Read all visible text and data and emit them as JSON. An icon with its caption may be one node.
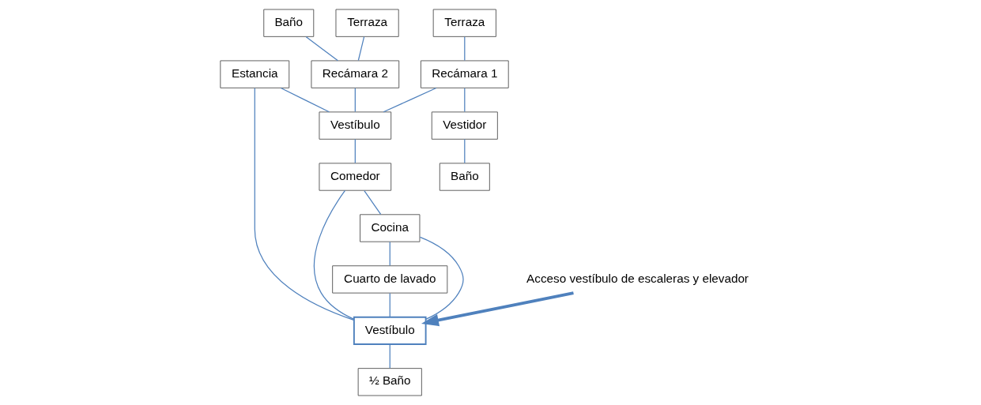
{
  "diagram": {
    "nodes": [
      {
        "text": [
          "Baño"
        ]
      },
      {
        "text": [
          "Terraza"
        ]
      },
      {
        "text": [
          "Recámara 2"
        ]
      },
      {
        "text": [
          "Estancia"
        ]
      },
      {
        "text": [
          "Terraza"
        ]
      },
      {
        "text": [
          "Recámara 1"
        ]
      },
      {
        "text": [
          "Vestíbulo"
        ]
      },
      {
        "text": [
          "Vestidor"
        ]
      },
      {
        "text": [
          "Comedor"
        ]
      },
      {
        "text": [
          "Baño"
        ]
      },
      {
        "text": [
          "Cocina"
        ]
      },
      {
        "text": [
          "Vestíbulo"
        ]
      },
      {
        "text": [
          "Cuarto de lavado"
        ]
      },
      {
        "text": [
          "½ Baño"
        ]
      },
      {
        "text": [
          "Acceso vestíbulo de escaleras y elevador"
        ]
      }
    ],
    "edges": [
      {
        "from": 0,
        "to": 2,
        "arrow": "none"
      },
      {
        "from": 1,
        "to": 2,
        "arrow": "none"
      },
      {
        "from": 2,
        "to": 6,
        "arrow": "none"
      },
      {
        "from": 4,
        "to": 5,
        "arrow": "none"
      },
      {
        "from": 5,
        "to": 6,
        "arrow": "none"
      },
      {
        "from": 3,
        "to": 6,
        "arrow": "none"
      },
      {
        "from": 3,
        "to": 11,
        "arrow": "none"
      },
      {
        "from": 6,
        "to": 8,
        "arrow": "none"
      },
      {
        "from": 8,
        "to": 11,
        "arrow": "none"
      },
      {
        "from": 5,
        "to": 7,
        "arrow": "none"
      },
      {
        "from": 7,
        "to": 9,
        "arrow": "none"
      },
      {
        "from": 8,
        "to": 10,
        "arrow": "none"
      },
      {
        "from": 10,
        "to": 11,
        "arrow": "none"
      },
      {
        "from": 10,
        "to": 12,
        "arrow": "none"
      },
      {
        "from": 12,
        "to": 11,
        "arrow": "none"
      },
      {
        "from": 11,
        "to": 13,
        "arrow": "none"
      },
      {
        "from": 14,
        "to": 11,
        "arrow": "to",
        "style": "thick"
      }
    ]
  }
}
